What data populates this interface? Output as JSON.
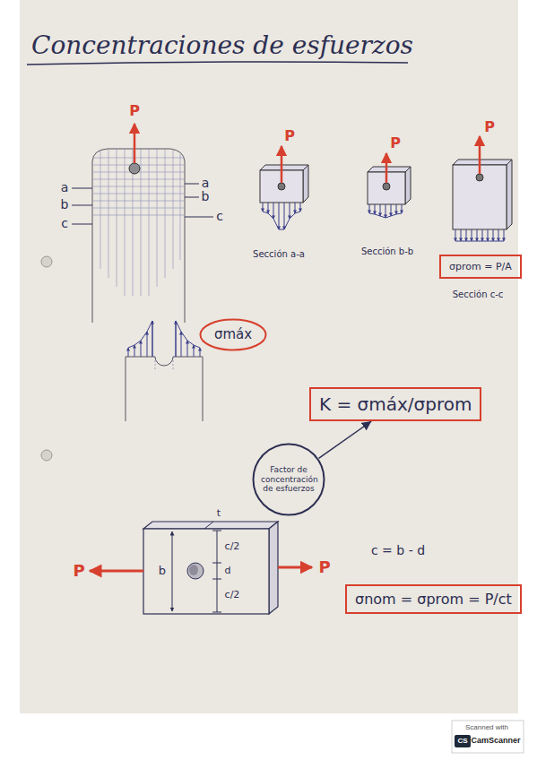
{
  "diagram": {
    "title": "Concentraciones de esfuerzos",
    "nodes": [
      {
        "text": [
          "σprom = P/A"
        ]
      },
      {
        "text": [
          "σmáx"
        ]
      },
      {
        "text": [
          "K = σmáx/σprom"
        ]
      },
      {
        "text": [
          "Factor de concentración de esfuerzos"
        ]
      },
      {
        "text": [
          "σnom = σprom = P/ct"
        ]
      }
    ],
    "edges": [
      {
        "from": 3,
        "to": 2,
        "arrow": "to"
      }
    ],
    "labels": [
      "P",
      "a",
      "b",
      "c",
      "a",
      "b",
      "c",
      "P",
      "P",
      "P",
      "Sección a-a",
      "Sección b-b",
      "Sección c-c",
      "c/2",
      "d",
      "c/2",
      "b",
      "t",
      "P",
      "P",
      "c = b - d",
      "Scanned with",
      "CS",
      "CamScanner"
    ]
  }
}
